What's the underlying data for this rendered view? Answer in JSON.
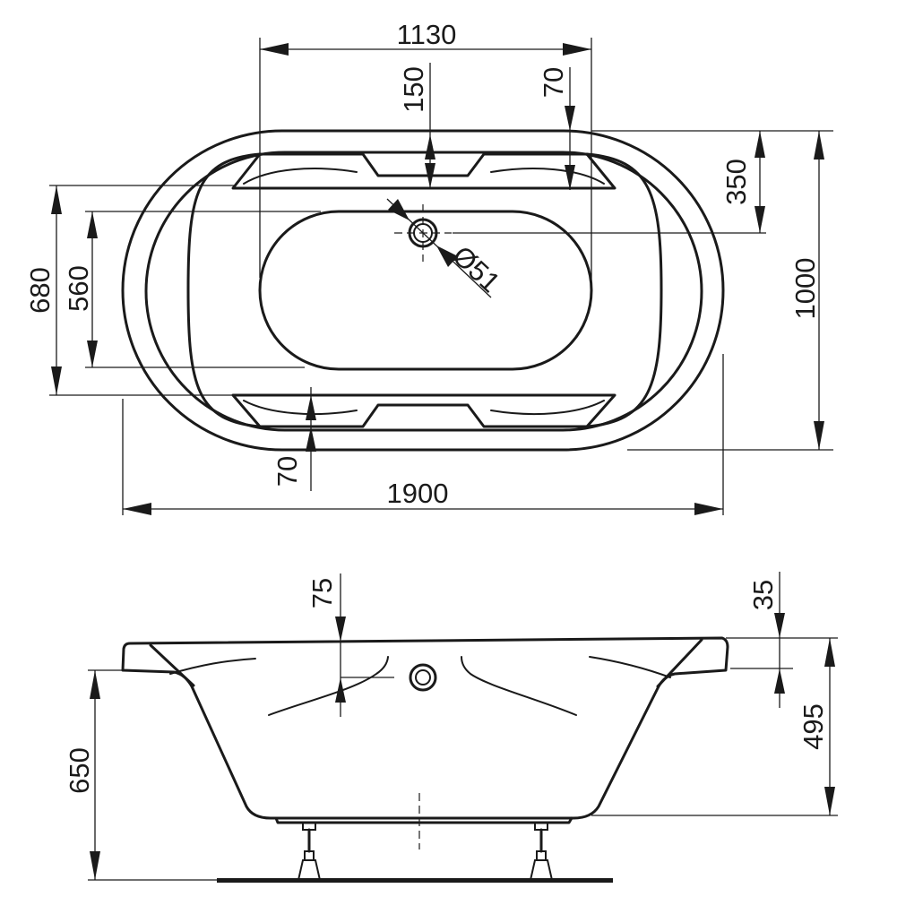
{
  "drawing": {
    "top_view": {
      "dimensions": {
        "inner_length": "1130",
        "overflow_offset": "150",
        "headrest_inset": "70",
        "drain_offset": "350",
        "total_width": "1000",
        "width_680": "680",
        "width_560": "560",
        "armrest_inset": "70",
        "total_length": "1900"
      },
      "drain_diameter": "Ø51"
    },
    "side_view": {
      "dimensions": {
        "overflow_height": "75",
        "rim_thickness": "35",
        "tub_depth": "495",
        "total_height": "650"
      }
    }
  }
}
